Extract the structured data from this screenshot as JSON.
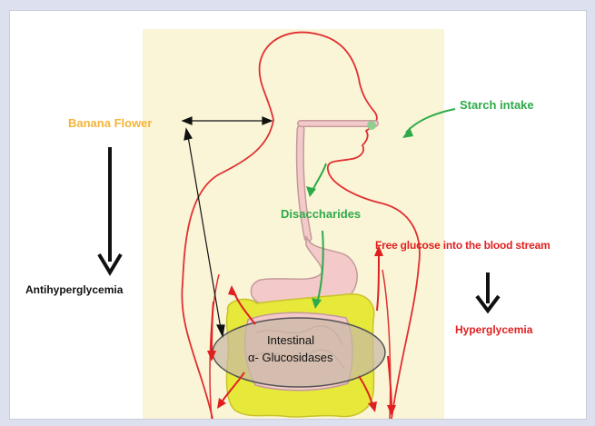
{
  "labels": {
    "banana_flower": "Banana  Flower",
    "antihyperglycemia": "Antihyperglycemia",
    "starch_intake": "Starch intake",
    "disaccharides": "Disaccharides",
    "free_glucose": "Free glucose into the blood stream",
    "hyperglycemia": "Hyperglycemia",
    "intestinal": "Intestinal",
    "glucosidases": "α- Glucosidases"
  },
  "colors": {
    "green": "#2eaa4a",
    "red": "#e02020",
    "orange": "#f4b43a",
    "black": "#111111",
    "outline_red": "#e03030",
    "stomach": "#f4c9c9",
    "intestine_yellow": "#e6e83a",
    "ellipse_fill": "#c7b9a4"
  }
}
